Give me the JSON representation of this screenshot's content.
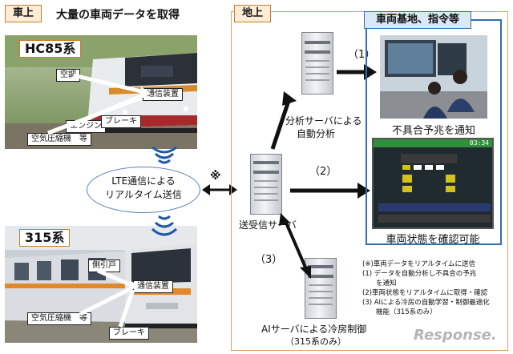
{
  "onboard": {
    "tag": "車上",
    "heading": "大量の車両データを取得",
    "hc85": {
      "title": "HC85系",
      "labels": [
        "空調",
        "通信装置",
        "エンジン",
        "ブレーキ",
        "空気圧縮機　等"
      ]
    },
    "t315": {
      "title": "315系",
      "labels": [
        "側引戸",
        "通信装置",
        "空気圧縮機　等",
        "ブレーキ"
      ]
    },
    "lte": [
      "LTE通信による",
      "リアルタイム送信"
    ],
    "note_mark": "※"
  },
  "ground": {
    "tag": "地上",
    "analysis_server": [
      "分析サーバによる",
      "自動分析"
    ],
    "gateway_server": "送受信サーバ",
    "ai_server": [
      "AIサーバによる冷房制御",
      "（315系のみ）"
    ],
    "step1": "（1）",
    "step2": "（2）",
    "step3": "（3）"
  },
  "depot": {
    "tag": "車両基地、指令等",
    "caption1": "不具合予兆を通知",
    "caption2": "車両状態を確認可能",
    "monitor_time": "03:34"
  },
  "notes": [
    "(※)車両データをリアルタイムに送信",
    "(1) データを自動分析し不具合の予兆",
    "　　を通知",
    "(2)車両状態をリアルタイムに取得・確認",
    "(3) AIによる冷房の自動学習・制御最適化",
    "　　機能（315系のみ）"
  ],
  "watermark": "Response.",
  "colors": {
    "orange": "#d07a2a",
    "blue": "#2f6fb0",
    "monitor_green": "#2f8f3a"
  }
}
